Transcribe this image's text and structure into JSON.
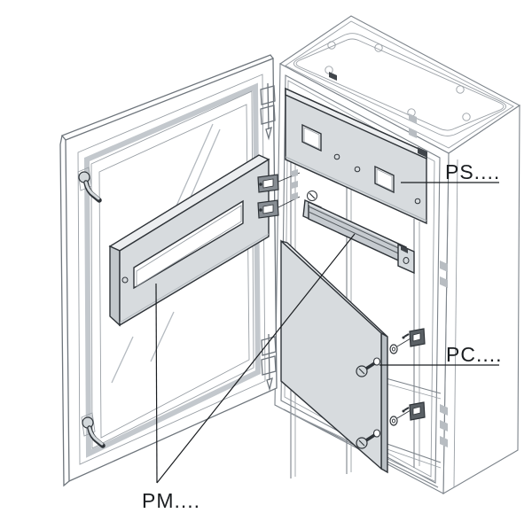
{
  "figure": {
    "kind": "exploded-view technical diagram of wall enclosure with glazed door and internal panels",
    "background": "#ffffff"
  },
  "labels": {
    "ps": "PS....",
    "pc": "PC....",
    "pm": "PM...."
  },
  "colors": {
    "panel_fill": "#d7dbde",
    "panel_light": "#eceef0",
    "panel_side": "#c2c7cb",
    "rail_fill": "#c6cbd0",
    "bracket_dark": "#5a6065",
    "outline_dark": "#2e3338",
    "cabinet_line": "#7d848b",
    "label_text": "#1a1d20"
  }
}
